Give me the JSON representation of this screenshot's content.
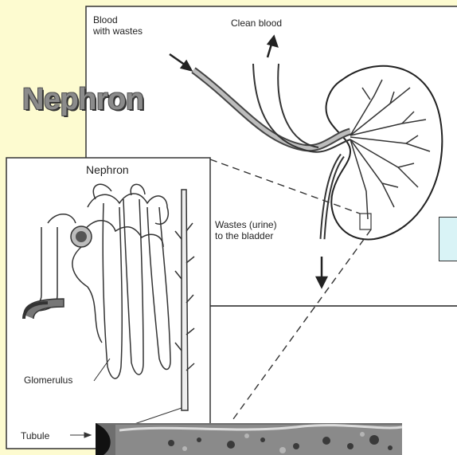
{
  "title": "Nephron",
  "labels": {
    "blood_with_wastes": "Blood\nwith wastes",
    "clean_blood": "Clean blood",
    "wastes_urine": "Wastes (urine)\nto the bladder"
  },
  "inset": {
    "title": "Nephron",
    "glomerulus": "Glomerulus",
    "tubule": "Tubule"
  },
  "colors": {
    "background": "#fdfbd0",
    "diagram_bg": "#ffffff",
    "title_fill": "#8b8b8b",
    "accent_box": "#d9f3f6"
  }
}
